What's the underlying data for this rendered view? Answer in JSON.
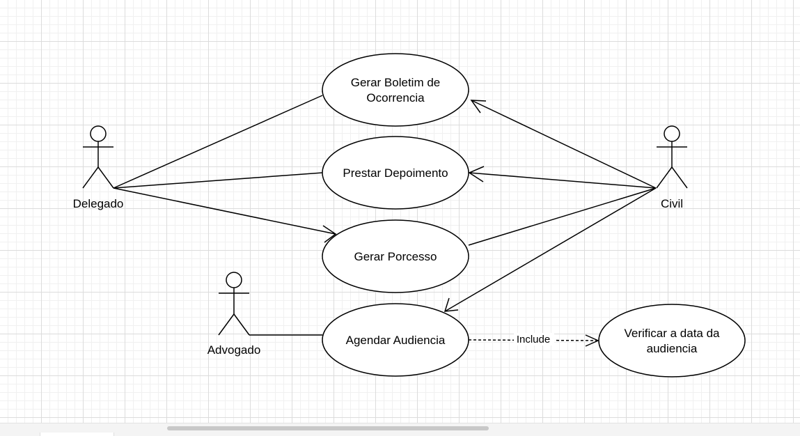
{
  "actors": {
    "delegado": "Delegado",
    "civil": "Civil",
    "advogado": "Advogado"
  },
  "use_cases": {
    "boletim": [
      "Gerar Boletim de",
      "Ocorrencia"
    ],
    "depoimento": "Prestar Depoimento",
    "processo": "Gerar Porcesso",
    "audiencia": "Agendar Audiencia",
    "verificar": [
      "Verificar a data da",
      "audiencia"
    ]
  },
  "relations": {
    "include_label": "Include"
  },
  "colors": {
    "stroke": "#000000",
    "fill": "#ffffff"
  }
}
